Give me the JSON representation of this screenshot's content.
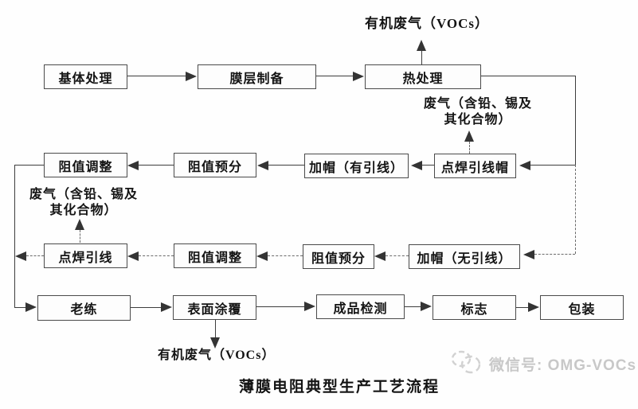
{
  "caption": "薄膜电阻典型生产工艺流程",
  "watermark": {
    "icon": "doodle-sketch-icon",
    "label": "微信号: OMG-VOCs",
    "color": "#c8c8c8"
  },
  "colors": {
    "line": "#3d3d3d",
    "box_border": "#4a4a4a",
    "text": "#141414",
    "background": "#fefefe"
  },
  "nodes": {
    "base_treatment": "基体处理",
    "film_preparation": "膜层制备",
    "heat_treatment": "热处理",
    "weld_lead_cap": "点焊引线帽",
    "cap_with_lead": "加帽（有引线）",
    "resistance_presort_upper": "阻值预分",
    "resistance_adjust_upper": "阻值调整",
    "cap_without_lead": "加帽（无引线）",
    "resistance_presort_lower": "阻值预分",
    "resistance_adjust_lower": "阻值调整",
    "weld_lead": "点焊引线",
    "aging": "老练",
    "surface_coating": "表面涂覆",
    "final_inspection": "成品检测",
    "marking": "标志",
    "packaging": "包装"
  },
  "emissions": {
    "vocs_top": "有机废气（VOCs）",
    "pb_sn_upper_line1": "废气（含铅、锡及",
    "pb_sn_upper_line2": "其化合物）",
    "pb_sn_lower_line1": "废气（含铅、锡及",
    "pb_sn_lower_line2": "其化合物）",
    "vocs_bottom": "有机废气（VOCs）"
  }
}
